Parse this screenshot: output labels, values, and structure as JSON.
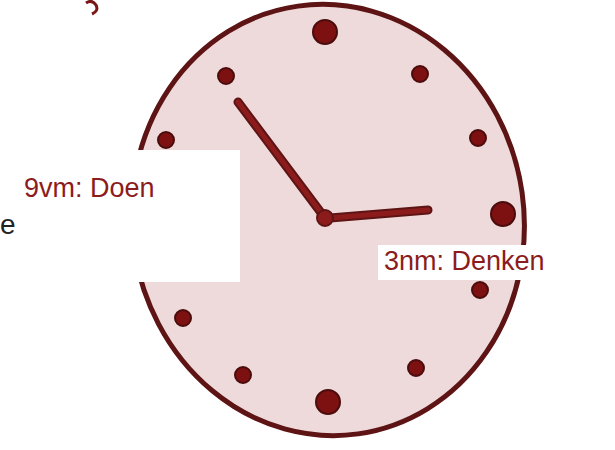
{
  "diagram": {
    "nodes": [
      {
        "text": [
          "9vm: Doen"
        ]
      },
      {
        "text": [
          "3nm: Denken"
        ]
      }
    ],
    "labels": [
      "e"
    ]
  }
}
